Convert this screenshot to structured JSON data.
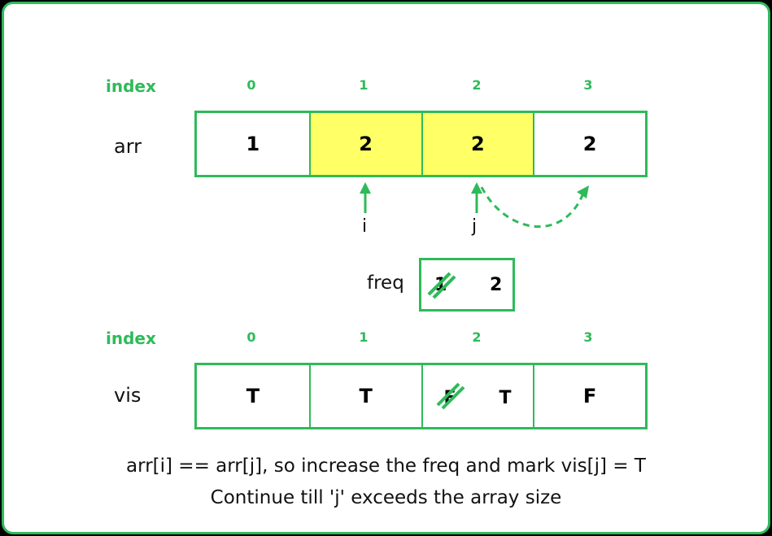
{
  "top": {
    "index_label": "index",
    "indices": [
      "0",
      "1",
      "2",
      "3"
    ],
    "array_label": "arr",
    "cells": [
      {
        "value": "1",
        "highlight": false
      },
      {
        "value": "2",
        "highlight": true
      },
      {
        "value": "2",
        "highlight": true
      },
      {
        "value": "2",
        "highlight": false
      }
    ],
    "pointer_i": "i",
    "pointer_j": "j"
  },
  "freq": {
    "label": "freq",
    "old_value": "1",
    "value": "2"
  },
  "bottom": {
    "index_label": "index",
    "indices": [
      "0",
      "1",
      "2",
      "3"
    ],
    "array_label": "vis",
    "cells": [
      {
        "value": "T"
      },
      {
        "value": "T"
      },
      {
        "old_value": "F",
        "value": "T"
      },
      {
        "value": "F"
      }
    ]
  },
  "captions": {
    "line1": "arr[i] == arr[j], so increase the freq and mark vis[j] = T",
    "line2": "Continue till 'j' exceeds the array size"
  },
  "colors": {
    "accent": "#2fba5a",
    "highlight": "#ffff66",
    "border_outer": "#000000"
  }
}
